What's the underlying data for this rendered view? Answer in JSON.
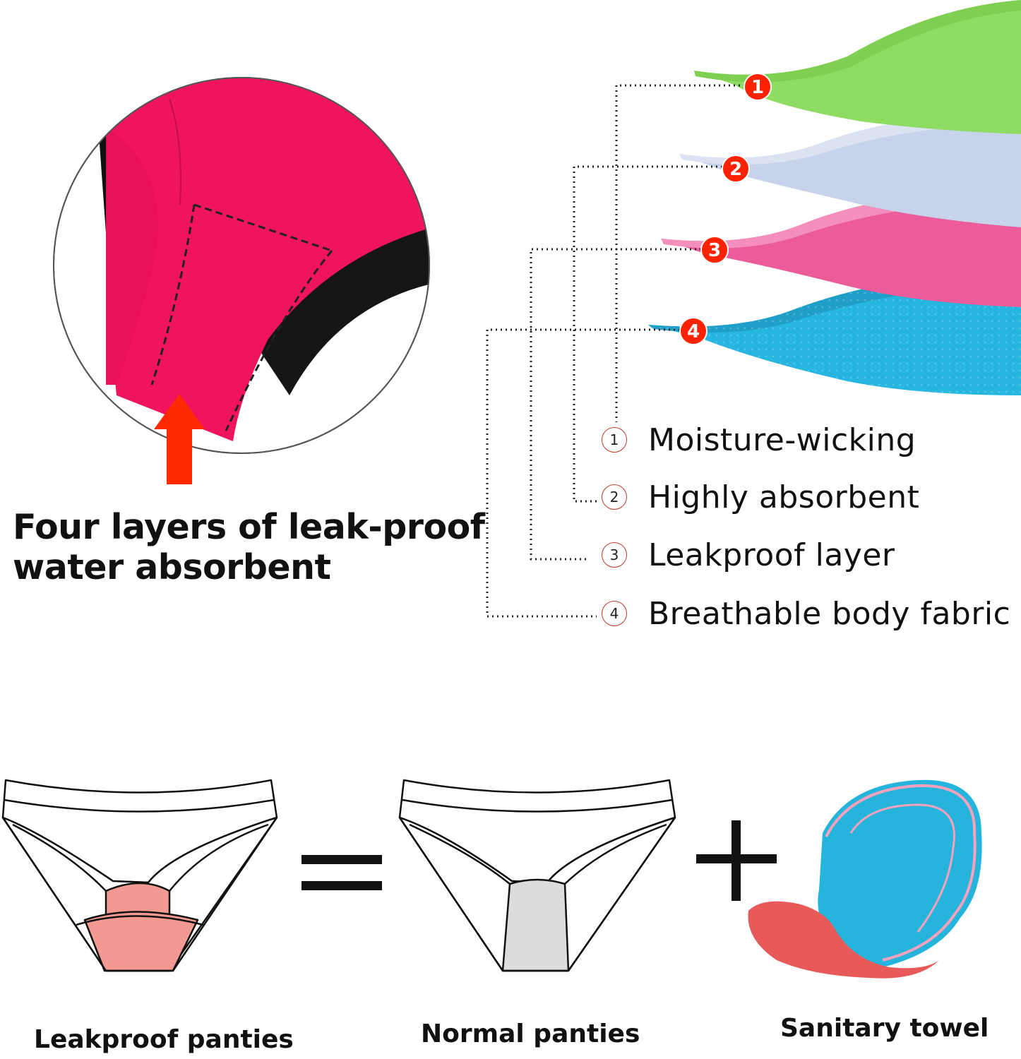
{
  "headline": {
    "line1": "Four layers of leak-proof",
    "line2": "water absorbent"
  },
  "layers": [
    {
      "number": "1",
      "badge": "1",
      "label": "Moisture-wicking",
      "color": "#8fdc63"
    },
    {
      "number": "2",
      "badge": "2",
      "label": "Highly absorbent",
      "color": "#c7d3ea"
    },
    {
      "number": "3",
      "badge": "3",
      "label": "Leakproof layer",
      "color": "#ec5c9a"
    },
    {
      "number": "4",
      "badge": "4",
      "label": "Breathable body fabric",
      "color": "#27b6e0"
    }
  ],
  "comparison": {
    "left_caption": "Leakproof panties",
    "middle_caption": "Normal panties",
    "right_caption": "Sanitary towel",
    "equals_symbol": "=",
    "plus_symbol": "+"
  },
  "colors": {
    "panty_pink": "#f0135f",
    "arrow_red": "#ff2a00",
    "badge_red": "#ff2200",
    "gusset_salmon": "#f29a92",
    "gusset_gray": "#dcdcdc",
    "pad_blue": "#25b5dc",
    "pad_red": "#e85a5a"
  }
}
